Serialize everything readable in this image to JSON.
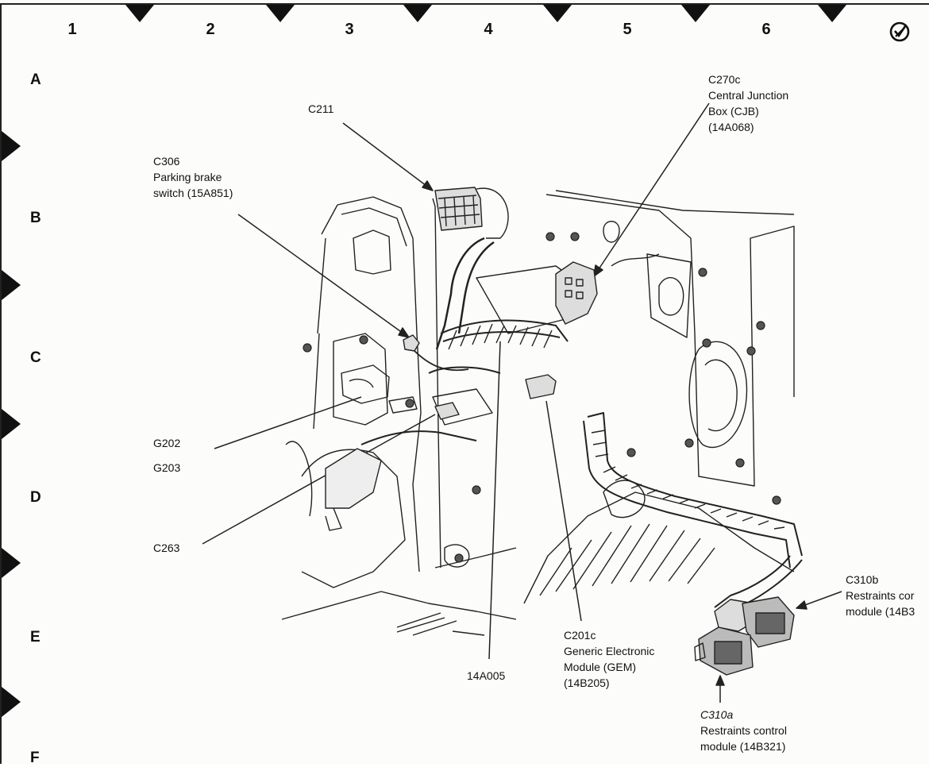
{
  "grid": {
    "columns": [
      "1",
      "2",
      "3",
      "4",
      "5",
      "6"
    ],
    "rows": [
      "A",
      "B",
      "C",
      "D",
      "E",
      "F"
    ]
  },
  "corner_icon": "crossed-circle-icon",
  "callouts": {
    "c211": {
      "code": "C211"
    },
    "c270c": {
      "code": "C270c",
      "line1": "Central Junction",
      "line2": "Box (CJB)",
      "line3": "(14A068)"
    },
    "c306": {
      "code": "C306",
      "line1": "Parking brake",
      "line2": "switch (15A851)"
    },
    "g202": {
      "code": "G202"
    },
    "g203": {
      "code": "G203"
    },
    "c263": {
      "code": "C263"
    },
    "c310b": {
      "code": "C310b",
      "line1": "Restraints cor",
      "line2": "module (14B3"
    },
    "c201c": {
      "code": "C201c",
      "line1": "Generic Electronic",
      "line2": "Module (GEM)",
      "line3": "(14B205)"
    },
    "wire14a005": {
      "code": "14A005"
    },
    "c310a": {
      "code": "C310a",
      "line1": "Restraints control",
      "line2": "module (14B321)"
    }
  }
}
